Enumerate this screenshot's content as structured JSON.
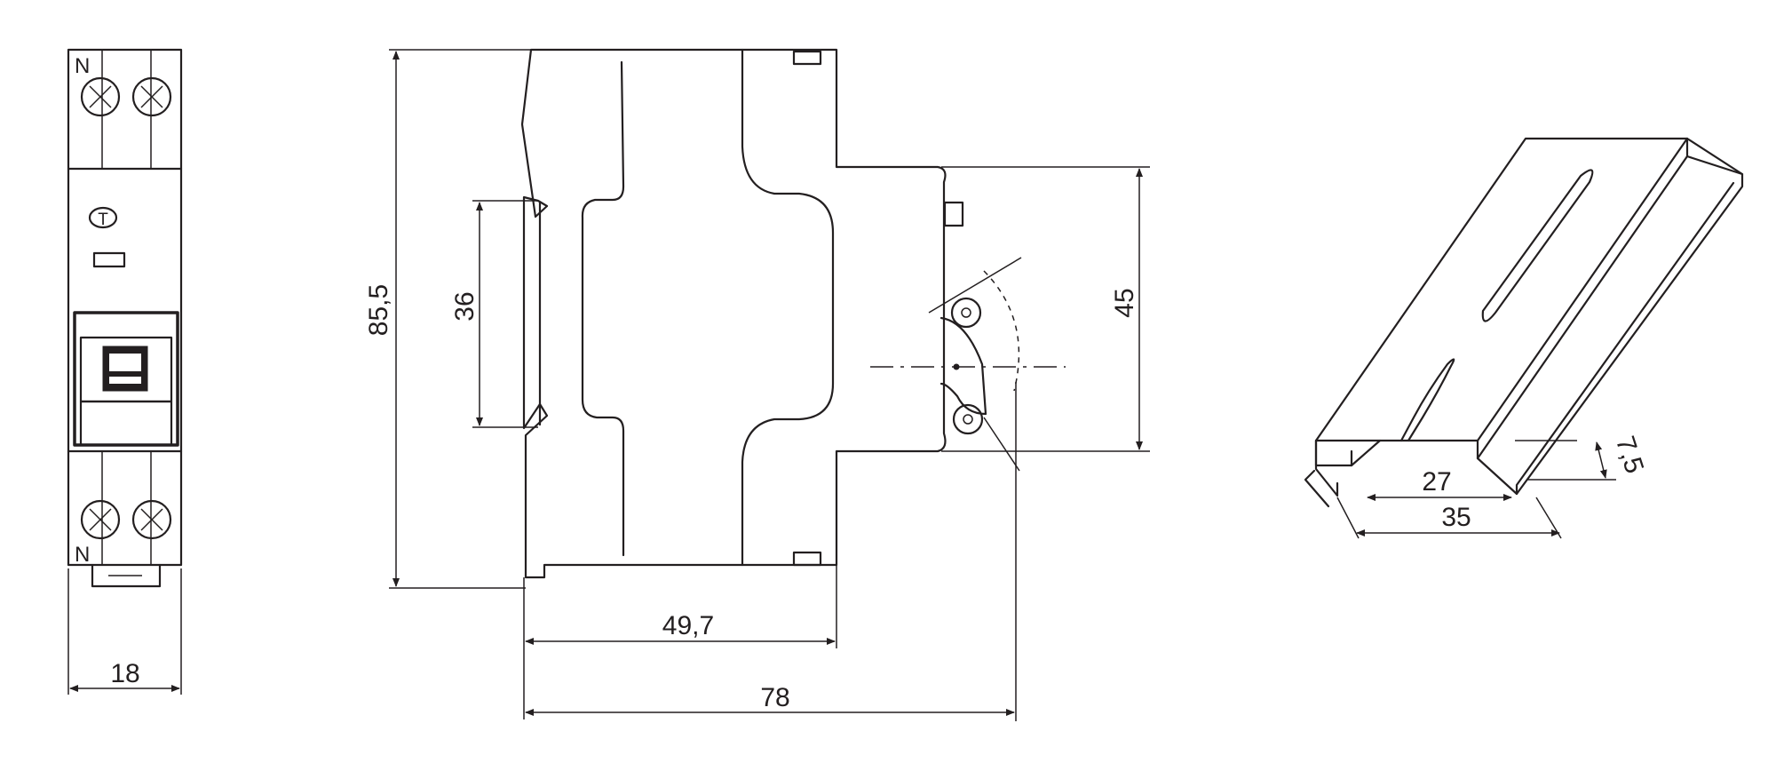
{
  "front_view": {
    "top_terminal_label": "N",
    "bottom_terminal_label": "N",
    "test_button_label": "T",
    "width_dimension": "18"
  },
  "side_view": {
    "height_dimension": "85,5",
    "rail_slot_dimension": "36",
    "face_height_dimension": "45",
    "front_depth_dimension": "49,7",
    "total_depth_dimension": "78"
  },
  "din_rail": {
    "inner_width_dimension": "27",
    "outer_width_dimension": "35",
    "height_dimension": "7,5"
  }
}
